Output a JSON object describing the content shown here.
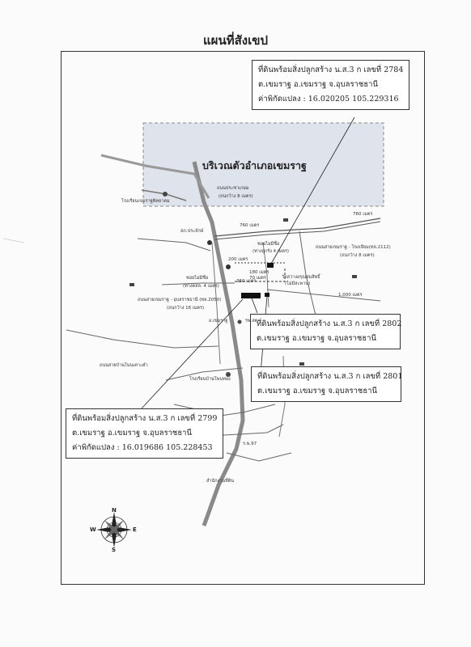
{
  "title": "แผนที่สังเขป",
  "town_label": "บริเวณตัวอำเภอเขมราฐ",
  "parcels": [
    {
      "line1": "ที่ดินพร้อมสิ่งปลูกสร้าง น.ส.3 ก เลขที่ 2784",
      "line2": "ต.เขมราฐ  อ.เขมราฐ  จ.อุบลราชธานี",
      "line3": "ค่าพิกัดแปลง : 16.020205 105.229316"
    },
    {
      "line1": "ที่ดินพร้อมสิ่งปลูกสร้าง น.ส.3 ก เลขที่ 2802",
      "line2": "ต.เขมราฐ  อ.เขมราฐ  จ.อุบลราชธานี"
    },
    {
      "line1": "ที่ดินพร้อมสิ่งปลูกสร้าง น.ส.3 ก เลขที่ 2801",
      "line2": "ต.เขมราฐ  อ.เขมราฐ  จ.อุบลราชธานี"
    },
    {
      "line1": "ที่ดินพร้อมสิ่งปลูกสร้าง น.ส.3 ก เลขที่ 2799",
      "line2": "ต.เขมราฐ  อ.เขมราฐ  จ.อุบลราชธานี",
      "line3": "ค่าพิกัดแปลง : 16.019686 105.228453"
    }
  ],
  "labels": {
    "road_pracha": "ถนนประชาเกษม",
    "road_pracha_w": "(ถนกว้าง 8 เมตร)",
    "school_khemarat": "โรงเรียนเขมราฐพิทยาคม",
    "dist_760a": "760 เมตร",
    "dist_760b": "760 เมตร",
    "police": "สภ.ประจักษ์",
    "road_chiang": "ถนนสายเขมราฐ - โขงเจียม(ทล.2112)",
    "road_chiang_w": "(ถนกว้าง 8 เมตร)",
    "soi_a": "ซอยไม่มีชื่อ",
    "soi_a_w": "(ทางลูกรัง 4 เมตร)",
    "d200": "200 เมตร",
    "d180": "180 เมตร",
    "d70": "70 เมตร",
    "temple": "วัดสว่างอรุณสมสิทธิ์",
    "temple2": "(ไม่มีสะพาน)",
    "soi_b": "ซอยไม่มีชื่อ",
    "soi_b_w": "(ทางคสล. 4 เมตร)",
    "d1000": "1,000 เมตร",
    "road_ubon": "ถนนสายเขมราฐ - อุบลราชธานี (ทล.2050)",
    "road_ubon_w": "(ถนกว้าง 16 เมตร)",
    "d360": "360 เมตร",
    "office": "อ.เขมราฐ",
    "office2": "รพ.สต",
    "road_village": "ถนนสายบ้านโนนเคาะคำ",
    "school_school": "โรงเรียนบ้านโพนทอง",
    "hosp": "ร.พ.97",
    "clinic": "สำนักงานที่ดิน"
  },
  "compass": {
    "n": "N",
    "s": "S",
    "e": "E",
    "w": "W"
  }
}
